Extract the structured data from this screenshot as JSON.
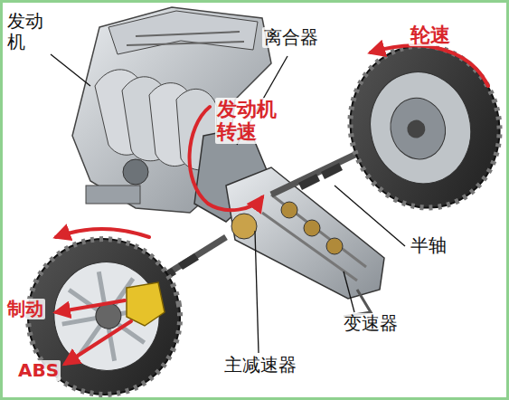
{
  "diagram": {
    "labels": [
      "发动机",
      "离合器",
      "轮速",
      "发动机转速",
      "半轴",
      "变速器",
      "主减速器",
      "制动",
      "ABS"
    ]
  }
}
